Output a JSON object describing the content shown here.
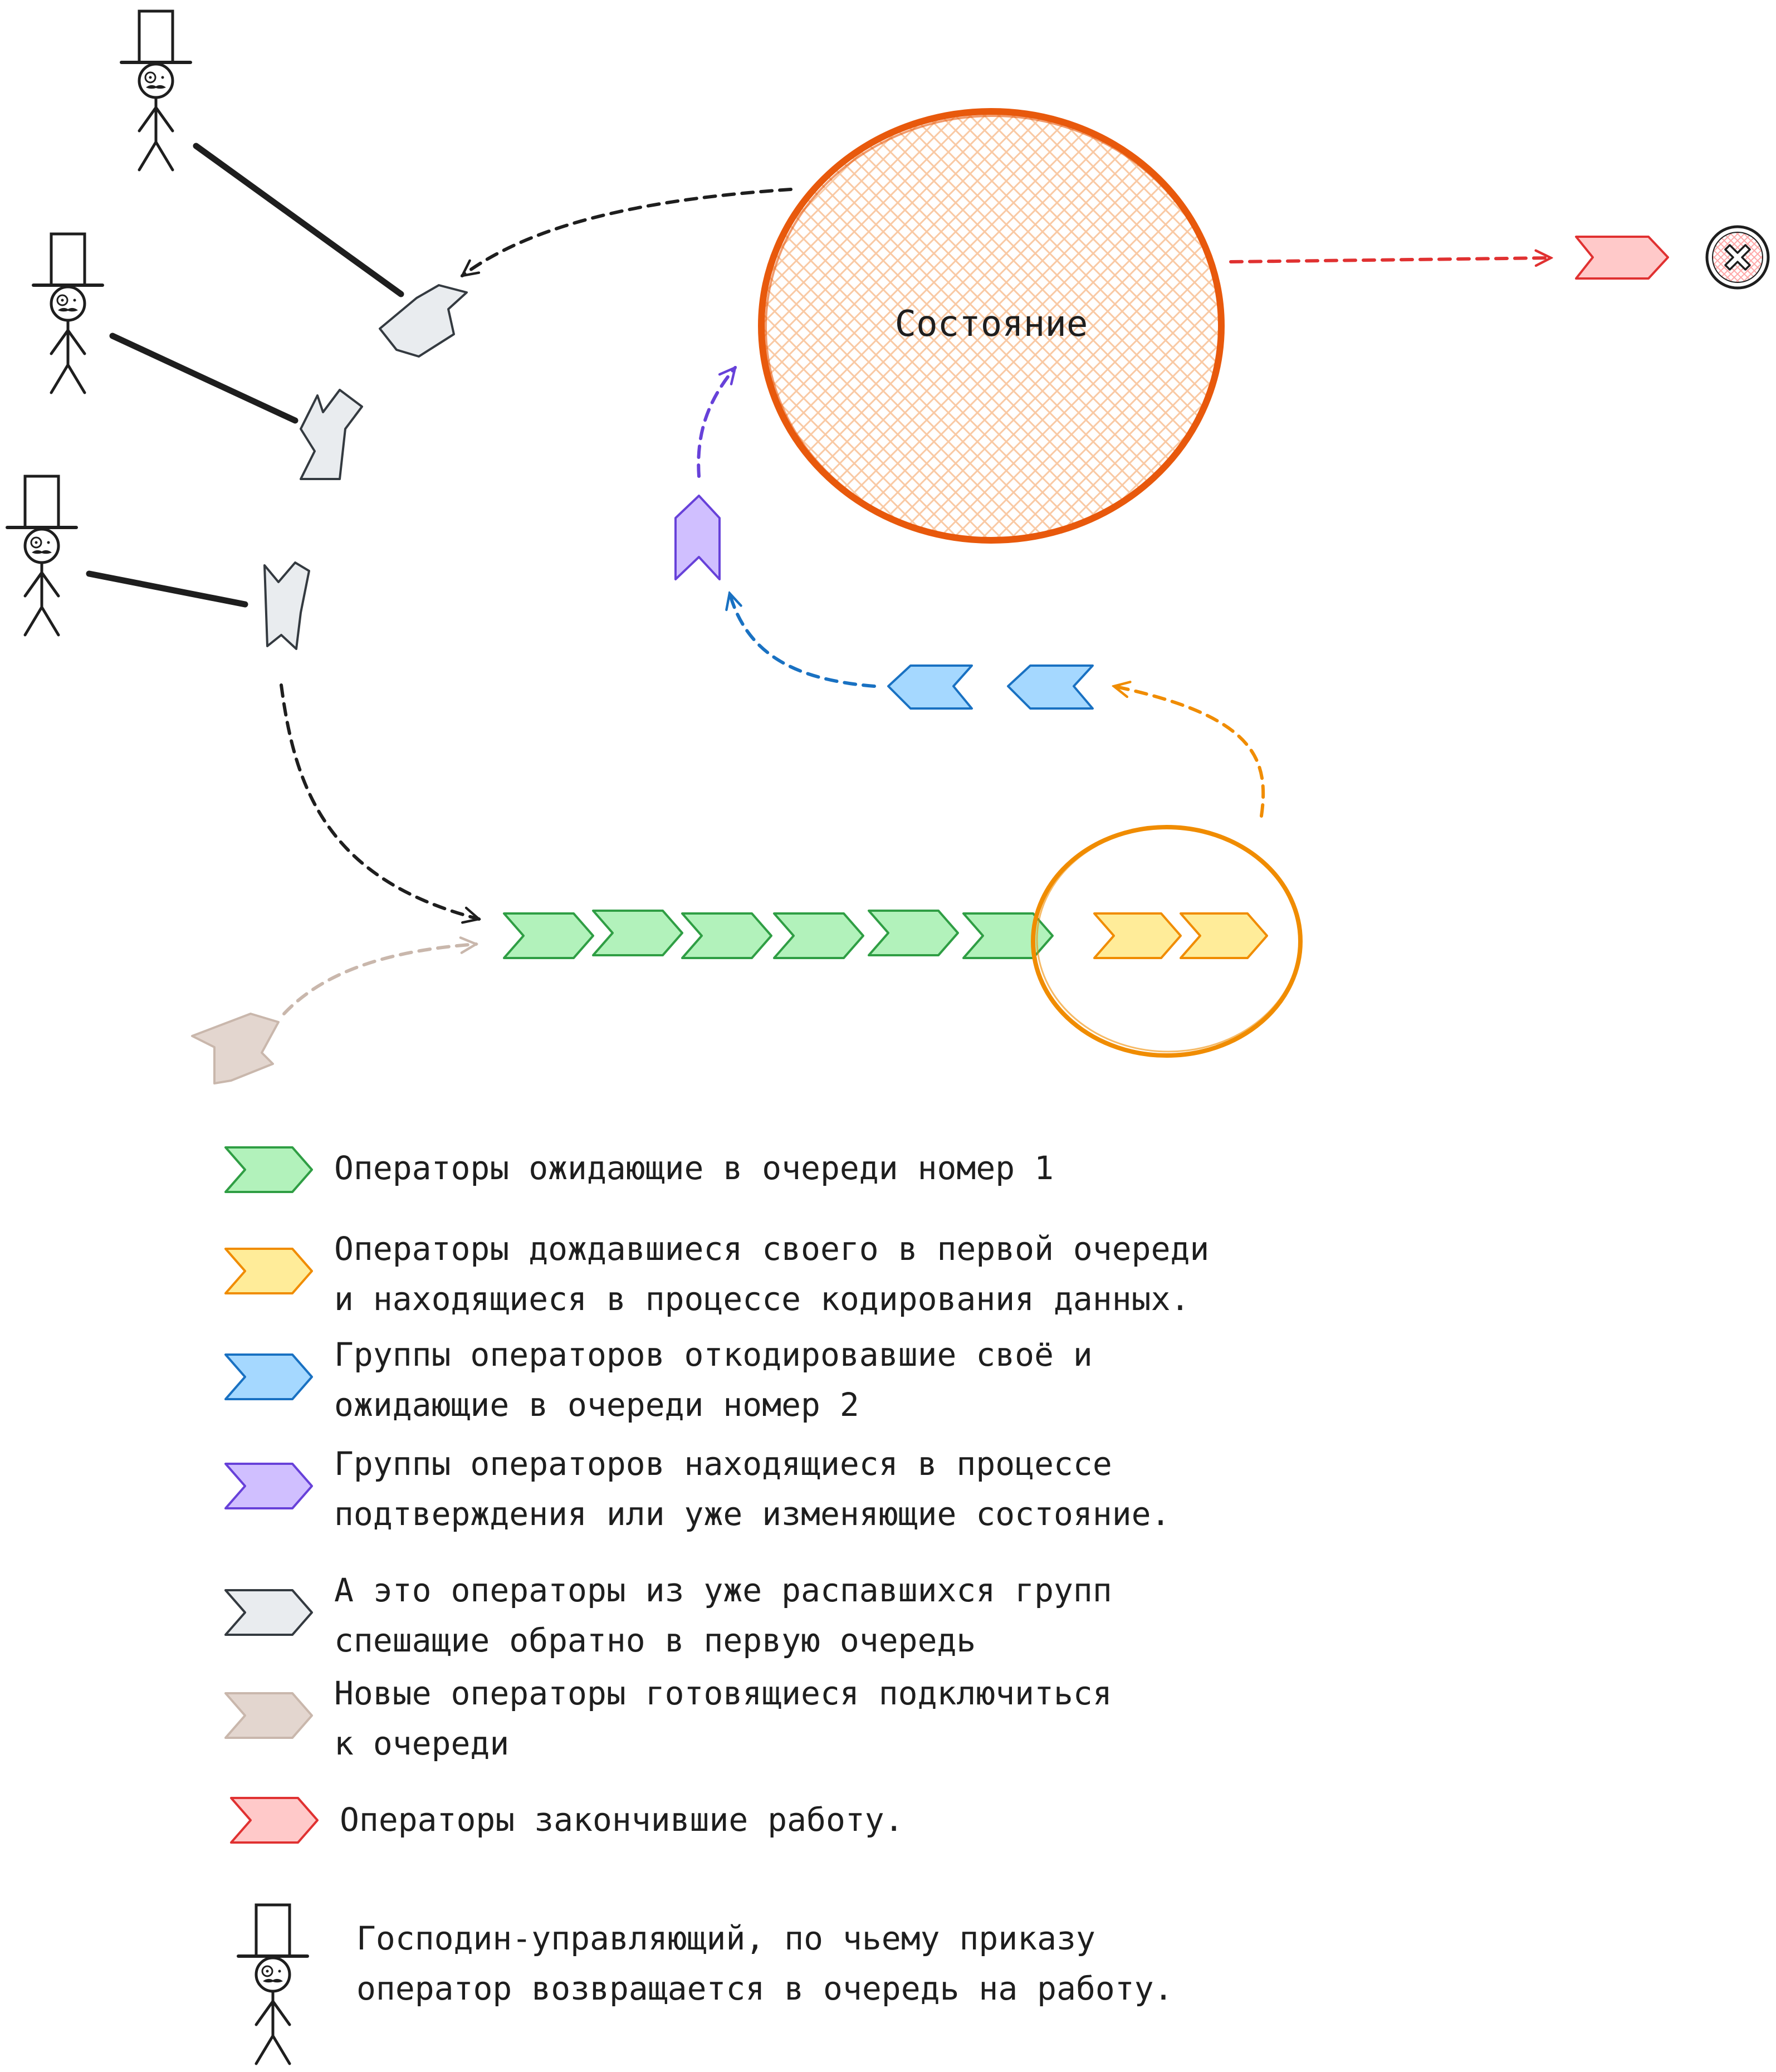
{
  "state_label": "Состояние",
  "colors": {
    "ink": "#1e1e1e",
    "green": "#b2f2bb",
    "green_stroke": "#2f9e44",
    "yellow": "#ffec99",
    "yellow_stroke": "#f08c00",
    "blue": "#a5d8ff",
    "blue_stroke": "#1971c2",
    "purple": "#d0bfff",
    "purple_stroke": "#6741d9",
    "gray": "#e9ecef",
    "gray_stroke": "#343a40",
    "beige": "#e3d6cf",
    "beige_stroke": "#c9b7ac",
    "red": "#ffc9c9",
    "red_stroke": "#e03131",
    "state_hatch": "#fad2b2",
    "state_stroke": "#e8590c",
    "ring": "#f08c00"
  },
  "legend": [
    {
      "color": "green",
      "lines": [
        "Операторы ожидающие в очереди номер 1"
      ]
    },
    {
      "color": "yellow",
      "lines": [
        "Операторы дождавшиеся своего в первой очереди",
        "и находящиеся в процессе кодирования данных."
      ]
    },
    {
      "color": "blue",
      "lines": [
        "Группы операторов откодировавшие своё и",
        "ожидающие в очереди номер 2"
      ]
    },
    {
      "color": "purple",
      "lines": [
        "Группы операторов находящиеся в процессе",
        "подтверждения или уже изменяющие состояние."
      ]
    },
    {
      "color": "gray",
      "lines": [
        "А это операторы из уже распавшихся групп",
        "спешащие обратно в первую очередь"
      ]
    },
    {
      "color": "beige",
      "lines": [
        "Новые операторы готовящиеся подключиться",
        "к очереди"
      ]
    },
    {
      "color": "red",
      "lines": [
        "Операторы закончившие работу."
      ]
    }
  ],
  "manager_legend": [
    "Господин-управляющий, по чьему приказу",
    "оператор возвращается в очередь на работу."
  ]
}
